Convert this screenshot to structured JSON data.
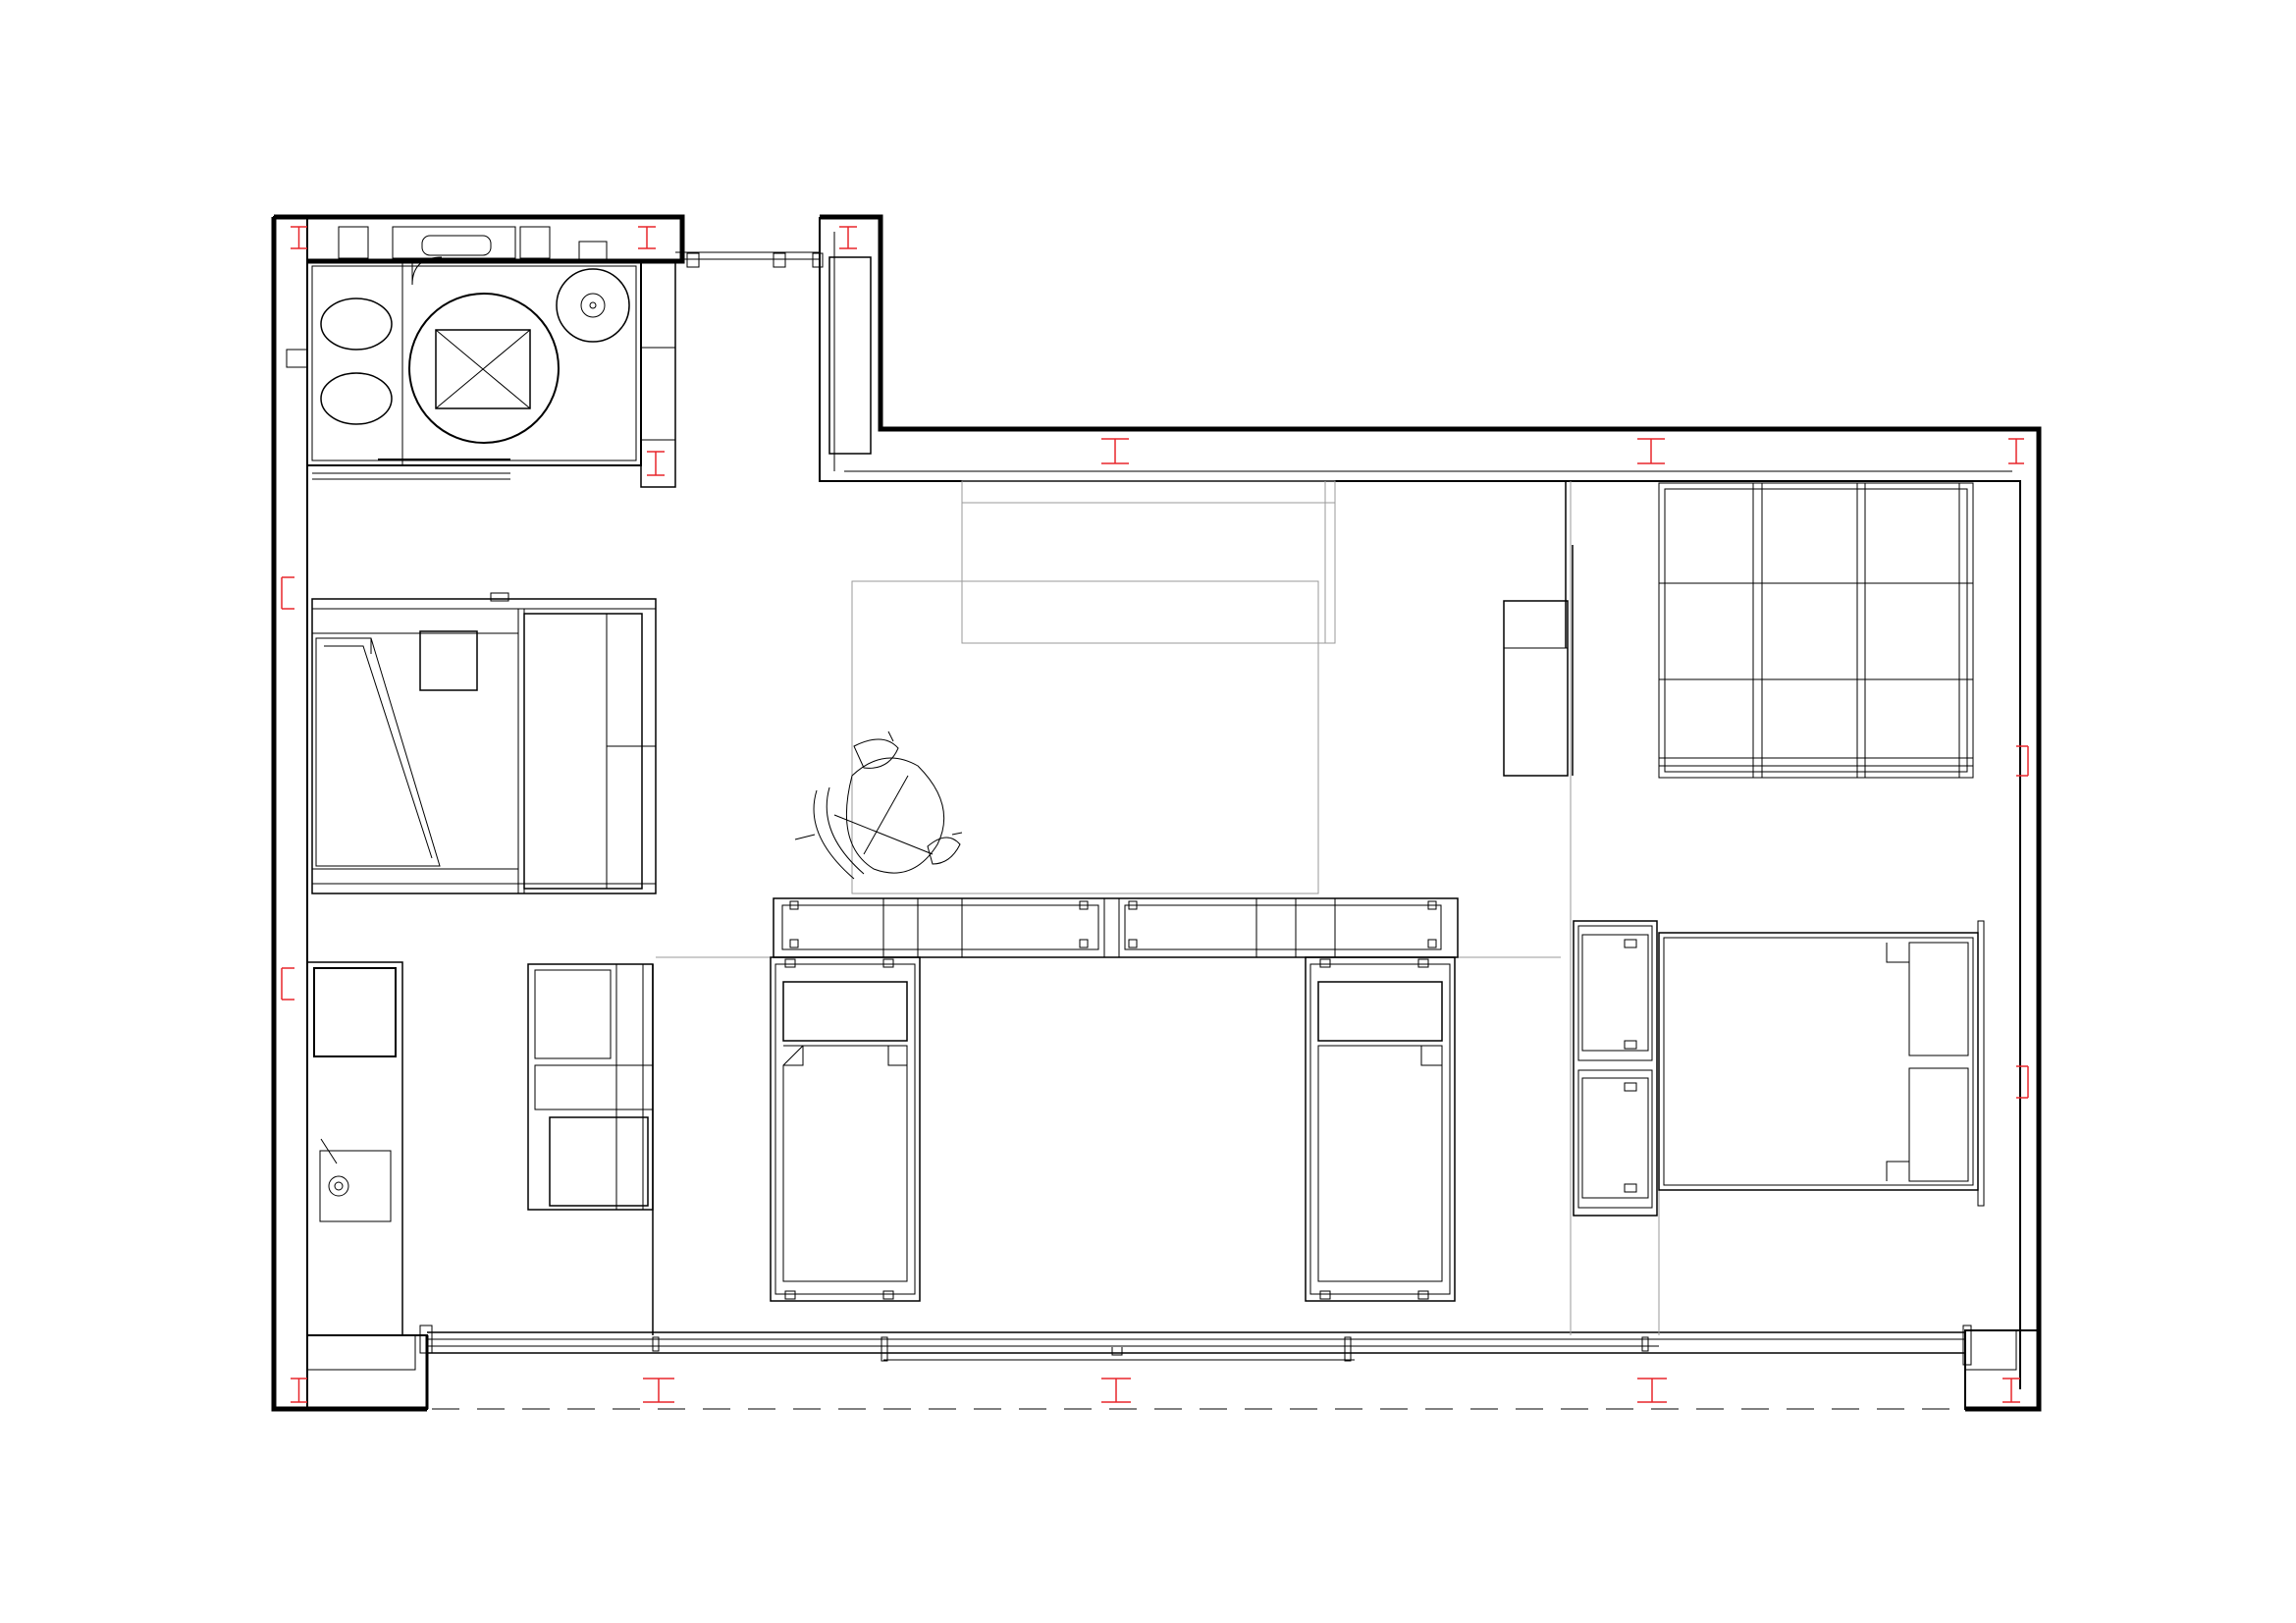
{
  "colors": {
    "background": "#ffffff",
    "line": "#000000",
    "faint_line": "#9a9a9a",
    "column_marker": "#e8262b"
  },
  "icons": {
    "column": "i-beam-icon",
    "door": "door-swing-icon"
  },
  "rooms": [
    "bathroom",
    "built-in-bed-nook",
    "kitchenette",
    "shelving-unit",
    "lounge-with-rug-and-sofa",
    "desk-with-two-single-beds",
    "bedroom-with-double-bed",
    "wardrobe",
    "balcony-glazing"
  ]
}
